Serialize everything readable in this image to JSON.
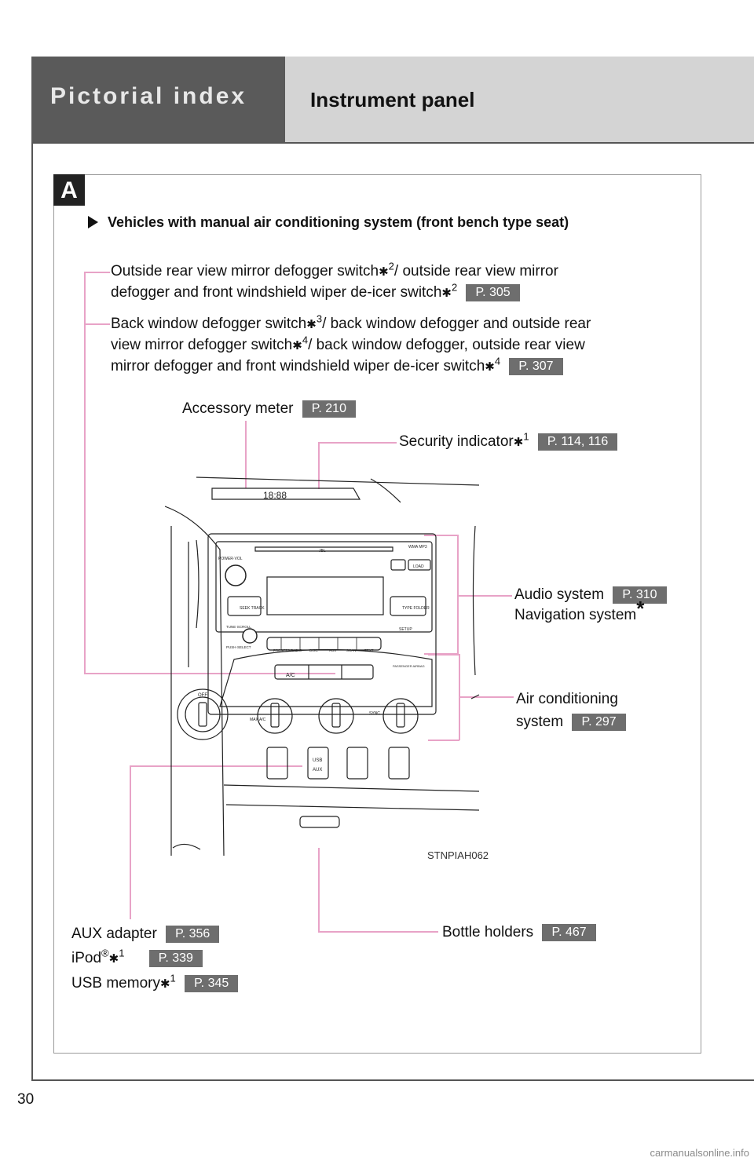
{
  "header": {
    "section": "Pictorial index",
    "subsection": "Instrument panel"
  },
  "panel": {
    "badge": "A",
    "vehicle_type": "Vehicles with manual air conditioning system (front bench type seat)"
  },
  "callouts": {
    "mirror_defogger_line1": "Outside rear view mirror defogger switch",
    "mirror_defogger_line1_sup": "2",
    "mirror_defogger_line1_rest": "/ outside rear view mirror",
    "mirror_defogger_line2": "defogger and front windshield wiper de-icer switch",
    "mirror_defogger_line2_sup": "2",
    "mirror_defogger_page": "P. 305",
    "back_window_line1": "Back window defogger switch",
    "back_window_line1_sup": "3",
    "back_window_line1_rest": "/ back window defogger and outside rear",
    "back_window_line2": "view mirror defogger switch",
    "back_window_line2_sup": "4",
    "back_window_line2_rest": "/ back window defogger, outside rear view",
    "back_window_line3": "mirror defogger and front windshield wiper de-icer switch",
    "back_window_line3_sup": "4",
    "back_window_page": "P. 307",
    "accessory_meter": "Accessory meter",
    "accessory_meter_page": "P. 210",
    "security_indicator": "Security indicator",
    "security_indicator_sup": "1",
    "security_indicator_page": "P. 114, 116",
    "audio_system": "Audio system",
    "audio_system_page": "P. 310",
    "navigation_system": "Navigation system",
    "air_conditioning_line1": "Air conditioning",
    "air_conditioning_line2": "system",
    "air_conditioning_page": "P. 297",
    "aux_adapter": "AUX adapter",
    "aux_adapter_page": "P. 356",
    "ipod": "iPod",
    "ipod_sup": "1",
    "ipod_page": "P. 339",
    "usb_memory": "USB memory",
    "usb_memory_sup": "1",
    "usb_memory_page": "P. 345",
    "bottle_holders": "Bottle holders",
    "bottle_holders_page": "P. 467"
  },
  "illustration": {
    "clock": "18:88",
    "power_vol": "POWER·VOL",
    "seek_track": "SEEK\nTRACK",
    "type_folder": "TYPE\nFOLDER",
    "load": "LOAD",
    "setup": "SETUP",
    "tune_scroll": "TUNE·SCROLL",
    "push_select": "PUSH·SELECT",
    "presets": [
      "PRESETS",
      "RADIO",
      "DISC",
      "AUX",
      "SCAN",
      "TEXT"
    ],
    "ac": "A/C",
    "max_ac": "MAX\nA/C",
    "sync": "SYNC",
    "usb": "USB",
    "aux": "AUX",
    "off": "OFF",
    "wma_mp3": "WMA\nMP3",
    "jbl": "JBL",
    "passenger_airbag": "PASSENGER\nAIRBAG"
  },
  "caption": "STNPIAH062",
  "page_number": "30",
  "footer": "carmanualsonline.info"
}
